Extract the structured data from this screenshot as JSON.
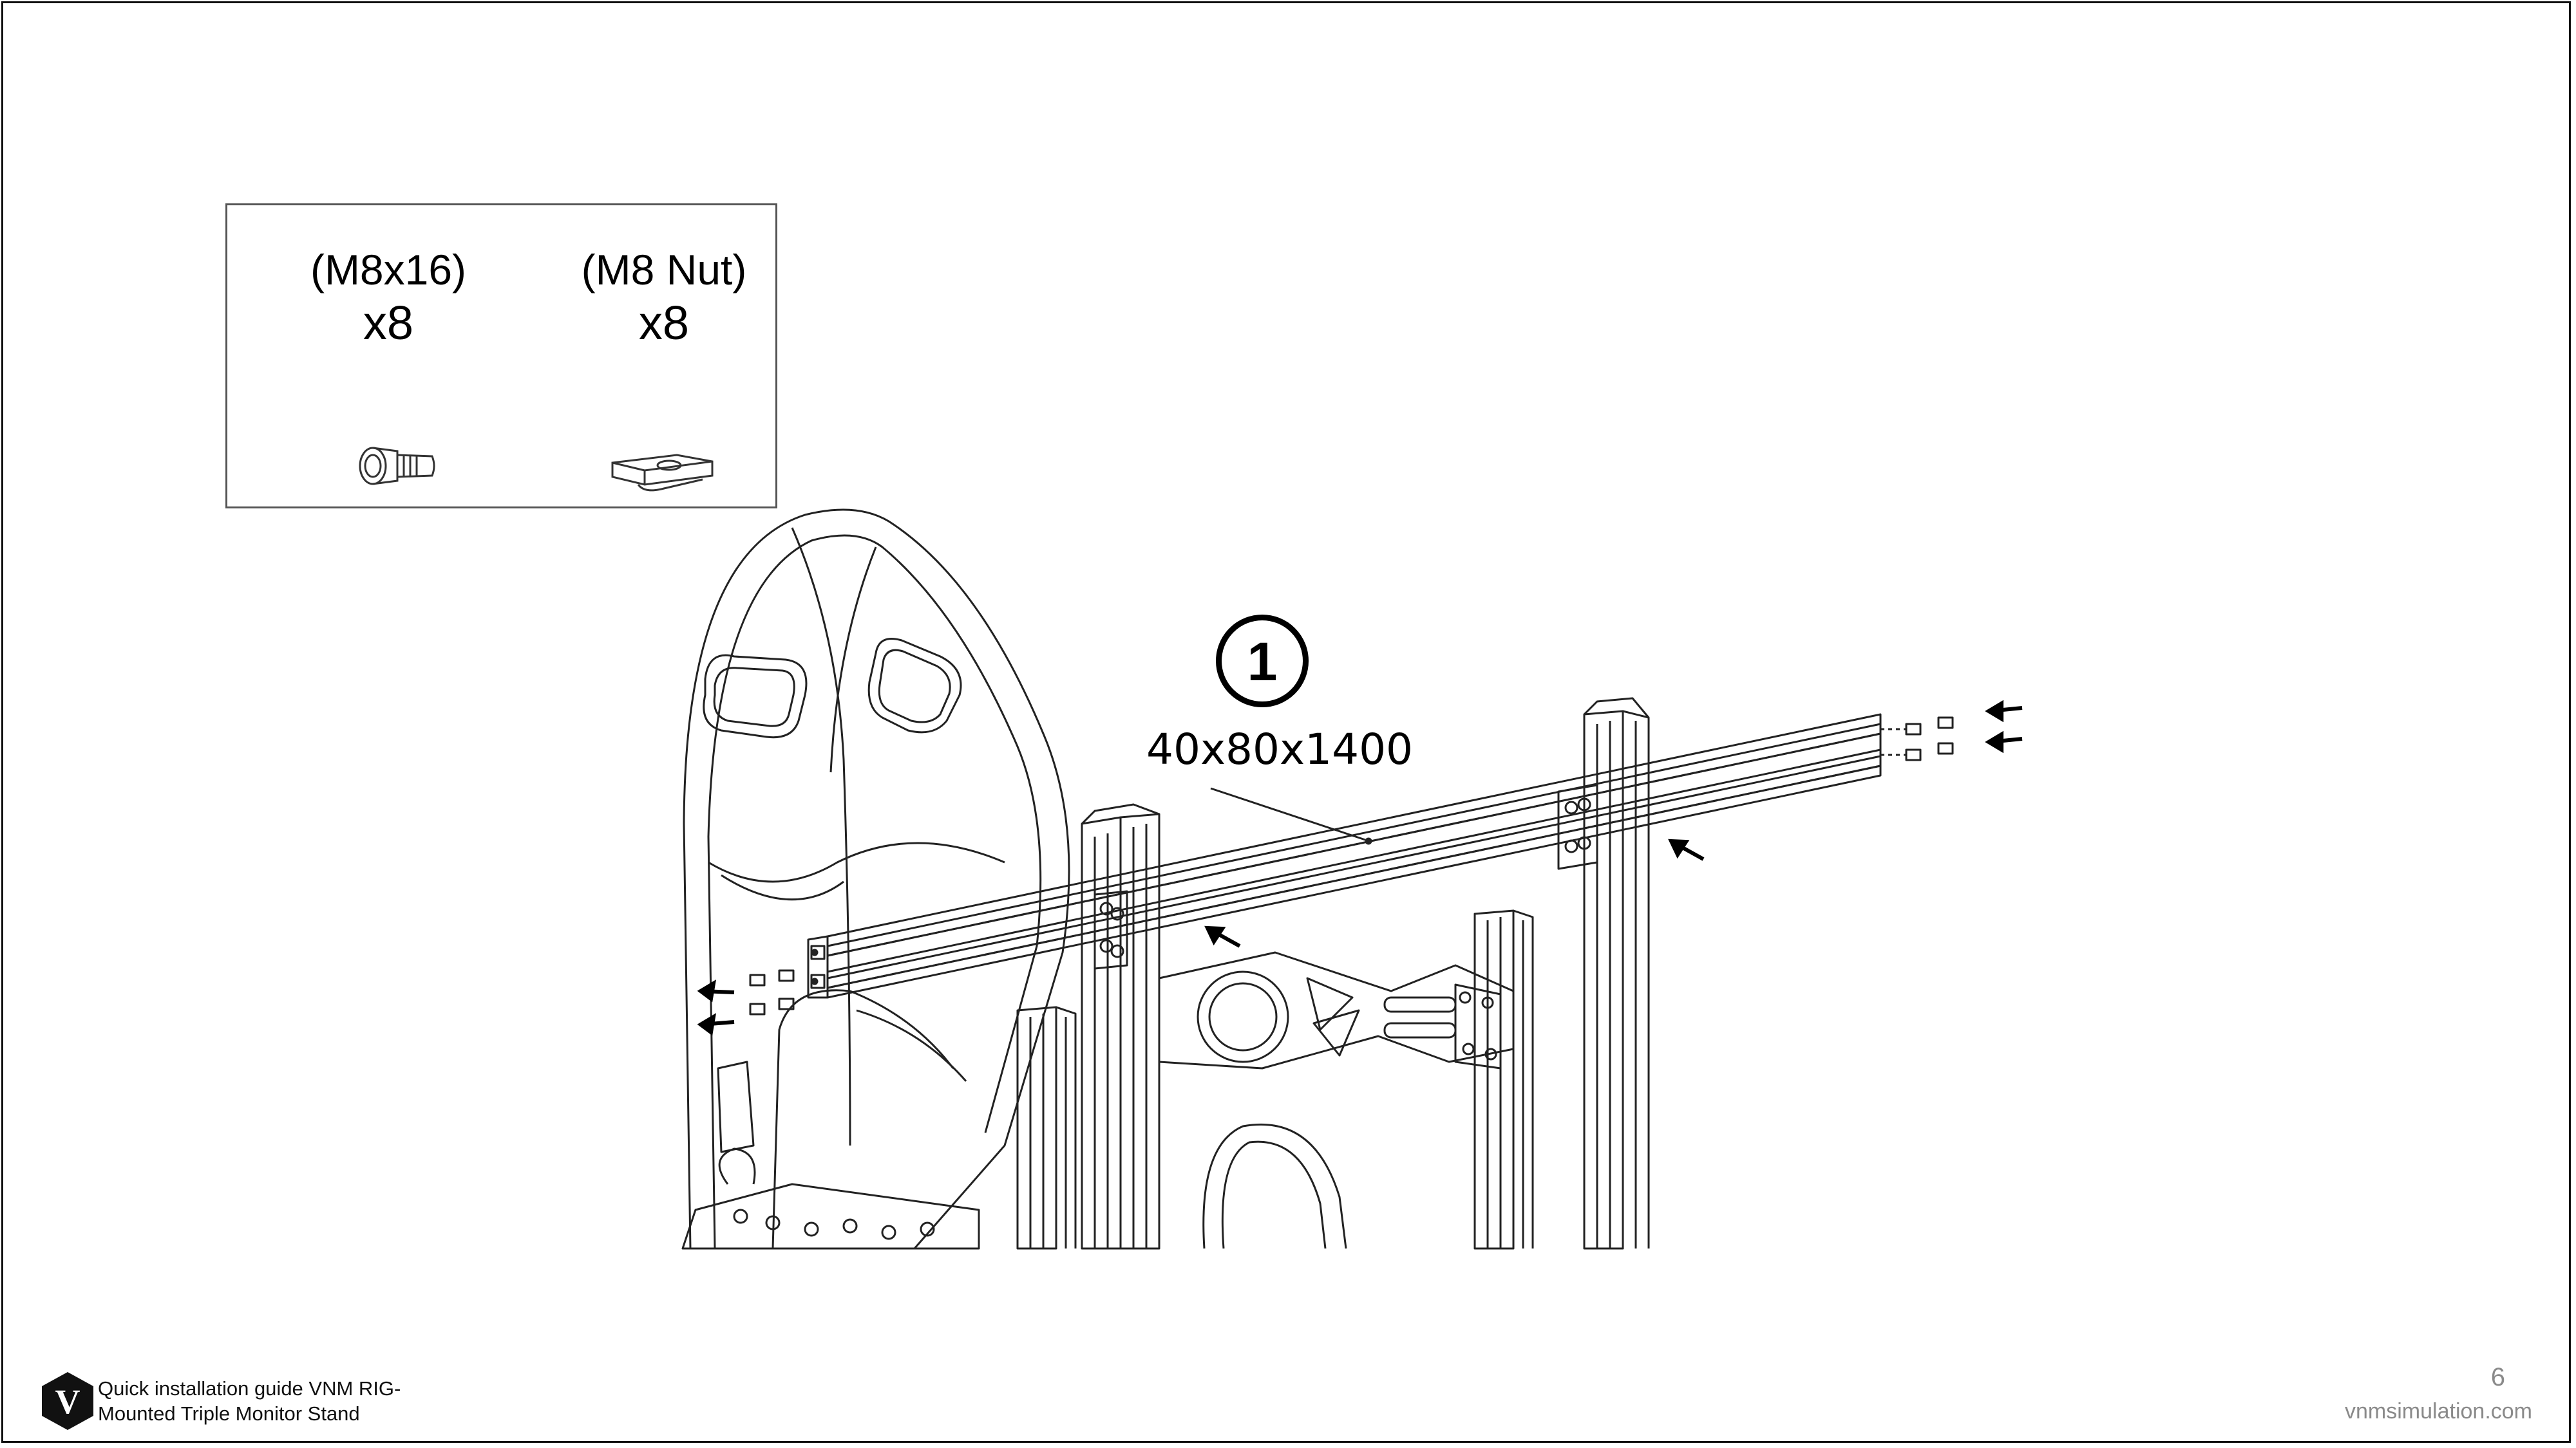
{
  "parts_box": {
    "items": [
      {
        "name": "(M8x16)",
        "quantity": "x8",
        "icon": "bolt-icon"
      },
      {
        "name": "(M8 Nut)",
        "quantity": "x8",
        "icon": "t-nut-icon"
      }
    ]
  },
  "drawing": {
    "icon": "rig-assembly-drawing",
    "callout": {
      "number": "1",
      "dimension": "40x80x1400"
    }
  },
  "footer": {
    "guide_title_line1": "Quick installation guide VNM RIG-",
    "guide_title_line2": "Mounted Triple Monitor Stand",
    "page_number": "6",
    "website": "vnmsimulation.com",
    "logo_letter": "V"
  }
}
